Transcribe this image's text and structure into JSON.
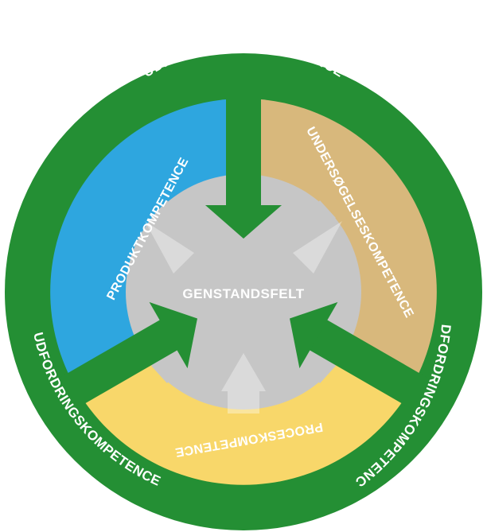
{
  "diagram": {
    "center_label": "GENSTANDSFELT",
    "outer_labels": {
      "top": "UDFORDRINGSKOMPETENCE",
      "left": "UDFORDRINGSKOMPETENCE",
      "right": "UDFORDRINGSKOMPETENCE"
    },
    "segments": {
      "product": "PRODUKTKOMPETENCE",
      "investigation": "UNDERSØGELSESKOMPETENCE",
      "process": "PROCESKOMPETENCE"
    },
    "colors": {
      "outer_ring": "#248f34",
      "product": "#2ea6df",
      "investigation": "#d8b87c",
      "process": "#f8d76a",
      "center": "#c6c6c6",
      "text": "#ffffff"
    }
  }
}
